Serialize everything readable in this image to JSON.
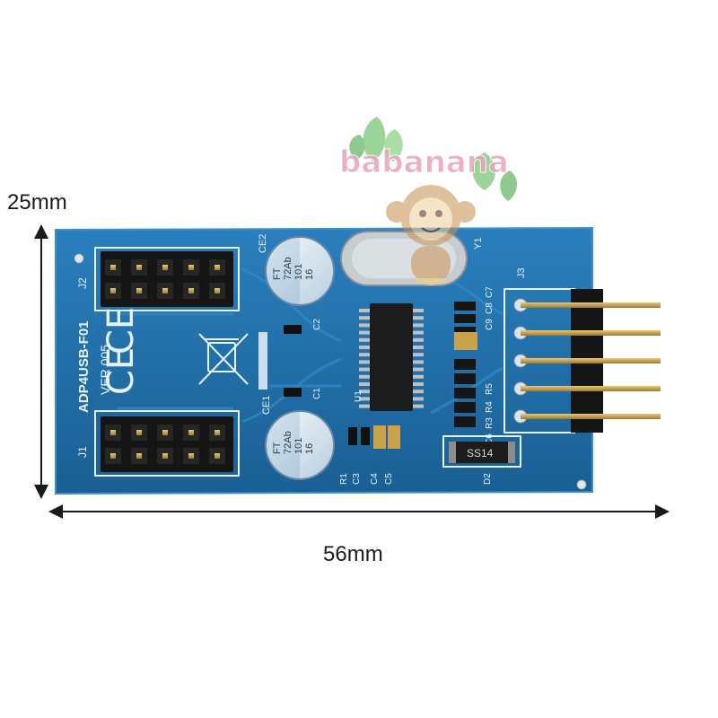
{
  "dimensions": {
    "height_label": "25mm",
    "width_label": "56mm"
  },
  "board": {
    "model": "ADP4USB-F01",
    "version": "VER 005",
    "ce_mark": "CE",
    "capacitor_text": [
      "FT",
      "72Ab",
      "101",
      "16"
    ],
    "chip_marking": "SS14",
    "silkscreen": {
      "j1": "J1",
      "j2": "J2",
      "j3": "J3",
      "ce1": "CE1",
      "ce2": "CE2",
      "y1": "Y1",
      "u1": "U1",
      "c1": "C1",
      "c2": "C2",
      "r1": "R1",
      "c3": "C3",
      "c4": "C4",
      "c5": "C5",
      "d2": "D2",
      "r5": "R5",
      "r4": "R4",
      "r3": "R3",
      "c6": "C6",
      "c7": "C7",
      "c8": "C8",
      "c9": "C9"
    }
  },
  "watermark": {
    "brand": "babanana"
  },
  "colors": {
    "pcb": "#1d6fa8",
    "pcb_edge": "#3b8fcf",
    "silkscreen": "#e8f2fb",
    "header_black": "#151515",
    "pin_gold": "#c9a24b",
    "brand_pink": "#e8a3bc",
    "leaf_green": "#7cc576"
  }
}
